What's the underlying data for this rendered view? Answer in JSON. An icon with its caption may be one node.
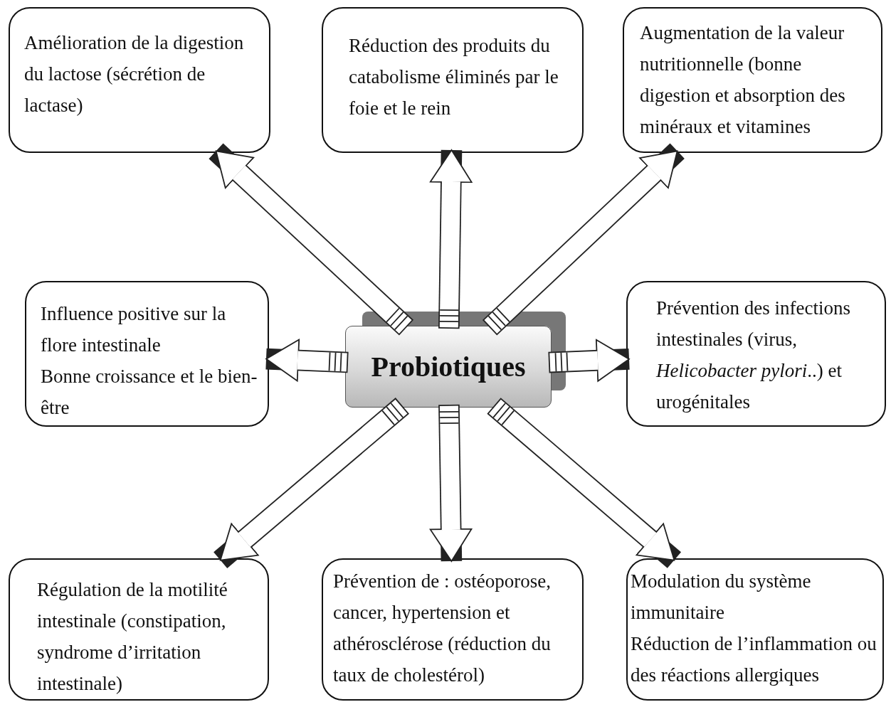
{
  "diagram": {
    "nodes": [
      {
        "text": [
          "Amélioration de la digestion du lactose (sécrétion de lactase)"
        ]
      },
      {
        "text": [
          "Réduction des produits du catabolisme éliminés par le foie et le rein"
        ]
      },
      {
        "text": [
          "Augmentation de la valeur nutritionnelle (bonne digestion et absorption des minéraux et vitamines"
        ]
      },
      {
        "text": [
          "Influence positive sur la flore intestinale",
          "Bonne croissance et le bien-être"
        ]
      },
      {
        "text": [
          "Probiotiques"
        ]
      },
      {
        "text": [
          "Prévention des infections intestinales (virus, *Helicobacter pylori*..) et urogénitales"
        ]
      },
      {
        "text": [
          "Régulation de la motilité intestinale (constipation, syndrome d’irritation intestinale)"
        ]
      },
      {
        "text": [
          "Prévention de : ostéoporose, cancer, hypertension et athérosclérose (réduction du taux de cholestérol)"
        ]
      },
      {
        "text": [
          "Modulation du système immunitaire",
          "Réduction de l’inflammation ou des réactions allergiques"
        ]
      }
    ],
    "edges": [
      {
        "from": 4,
        "to": 0,
        "arrow": "to"
      },
      {
        "from": 4,
        "to": 1,
        "arrow": "to"
      },
      {
        "from": 4,
        "to": 2,
        "arrow": "to"
      },
      {
        "from": 4,
        "to": 3,
        "arrow": "to"
      },
      {
        "from": 4,
        "to": 5,
        "arrow": "to"
      },
      {
        "from": 4,
        "to": 6,
        "arrow": "to"
      },
      {
        "from": 4,
        "to": 7,
        "arrow": "to"
      },
      {
        "from": 4,
        "to": 8,
        "arrow": "to"
      }
    ]
  }
}
